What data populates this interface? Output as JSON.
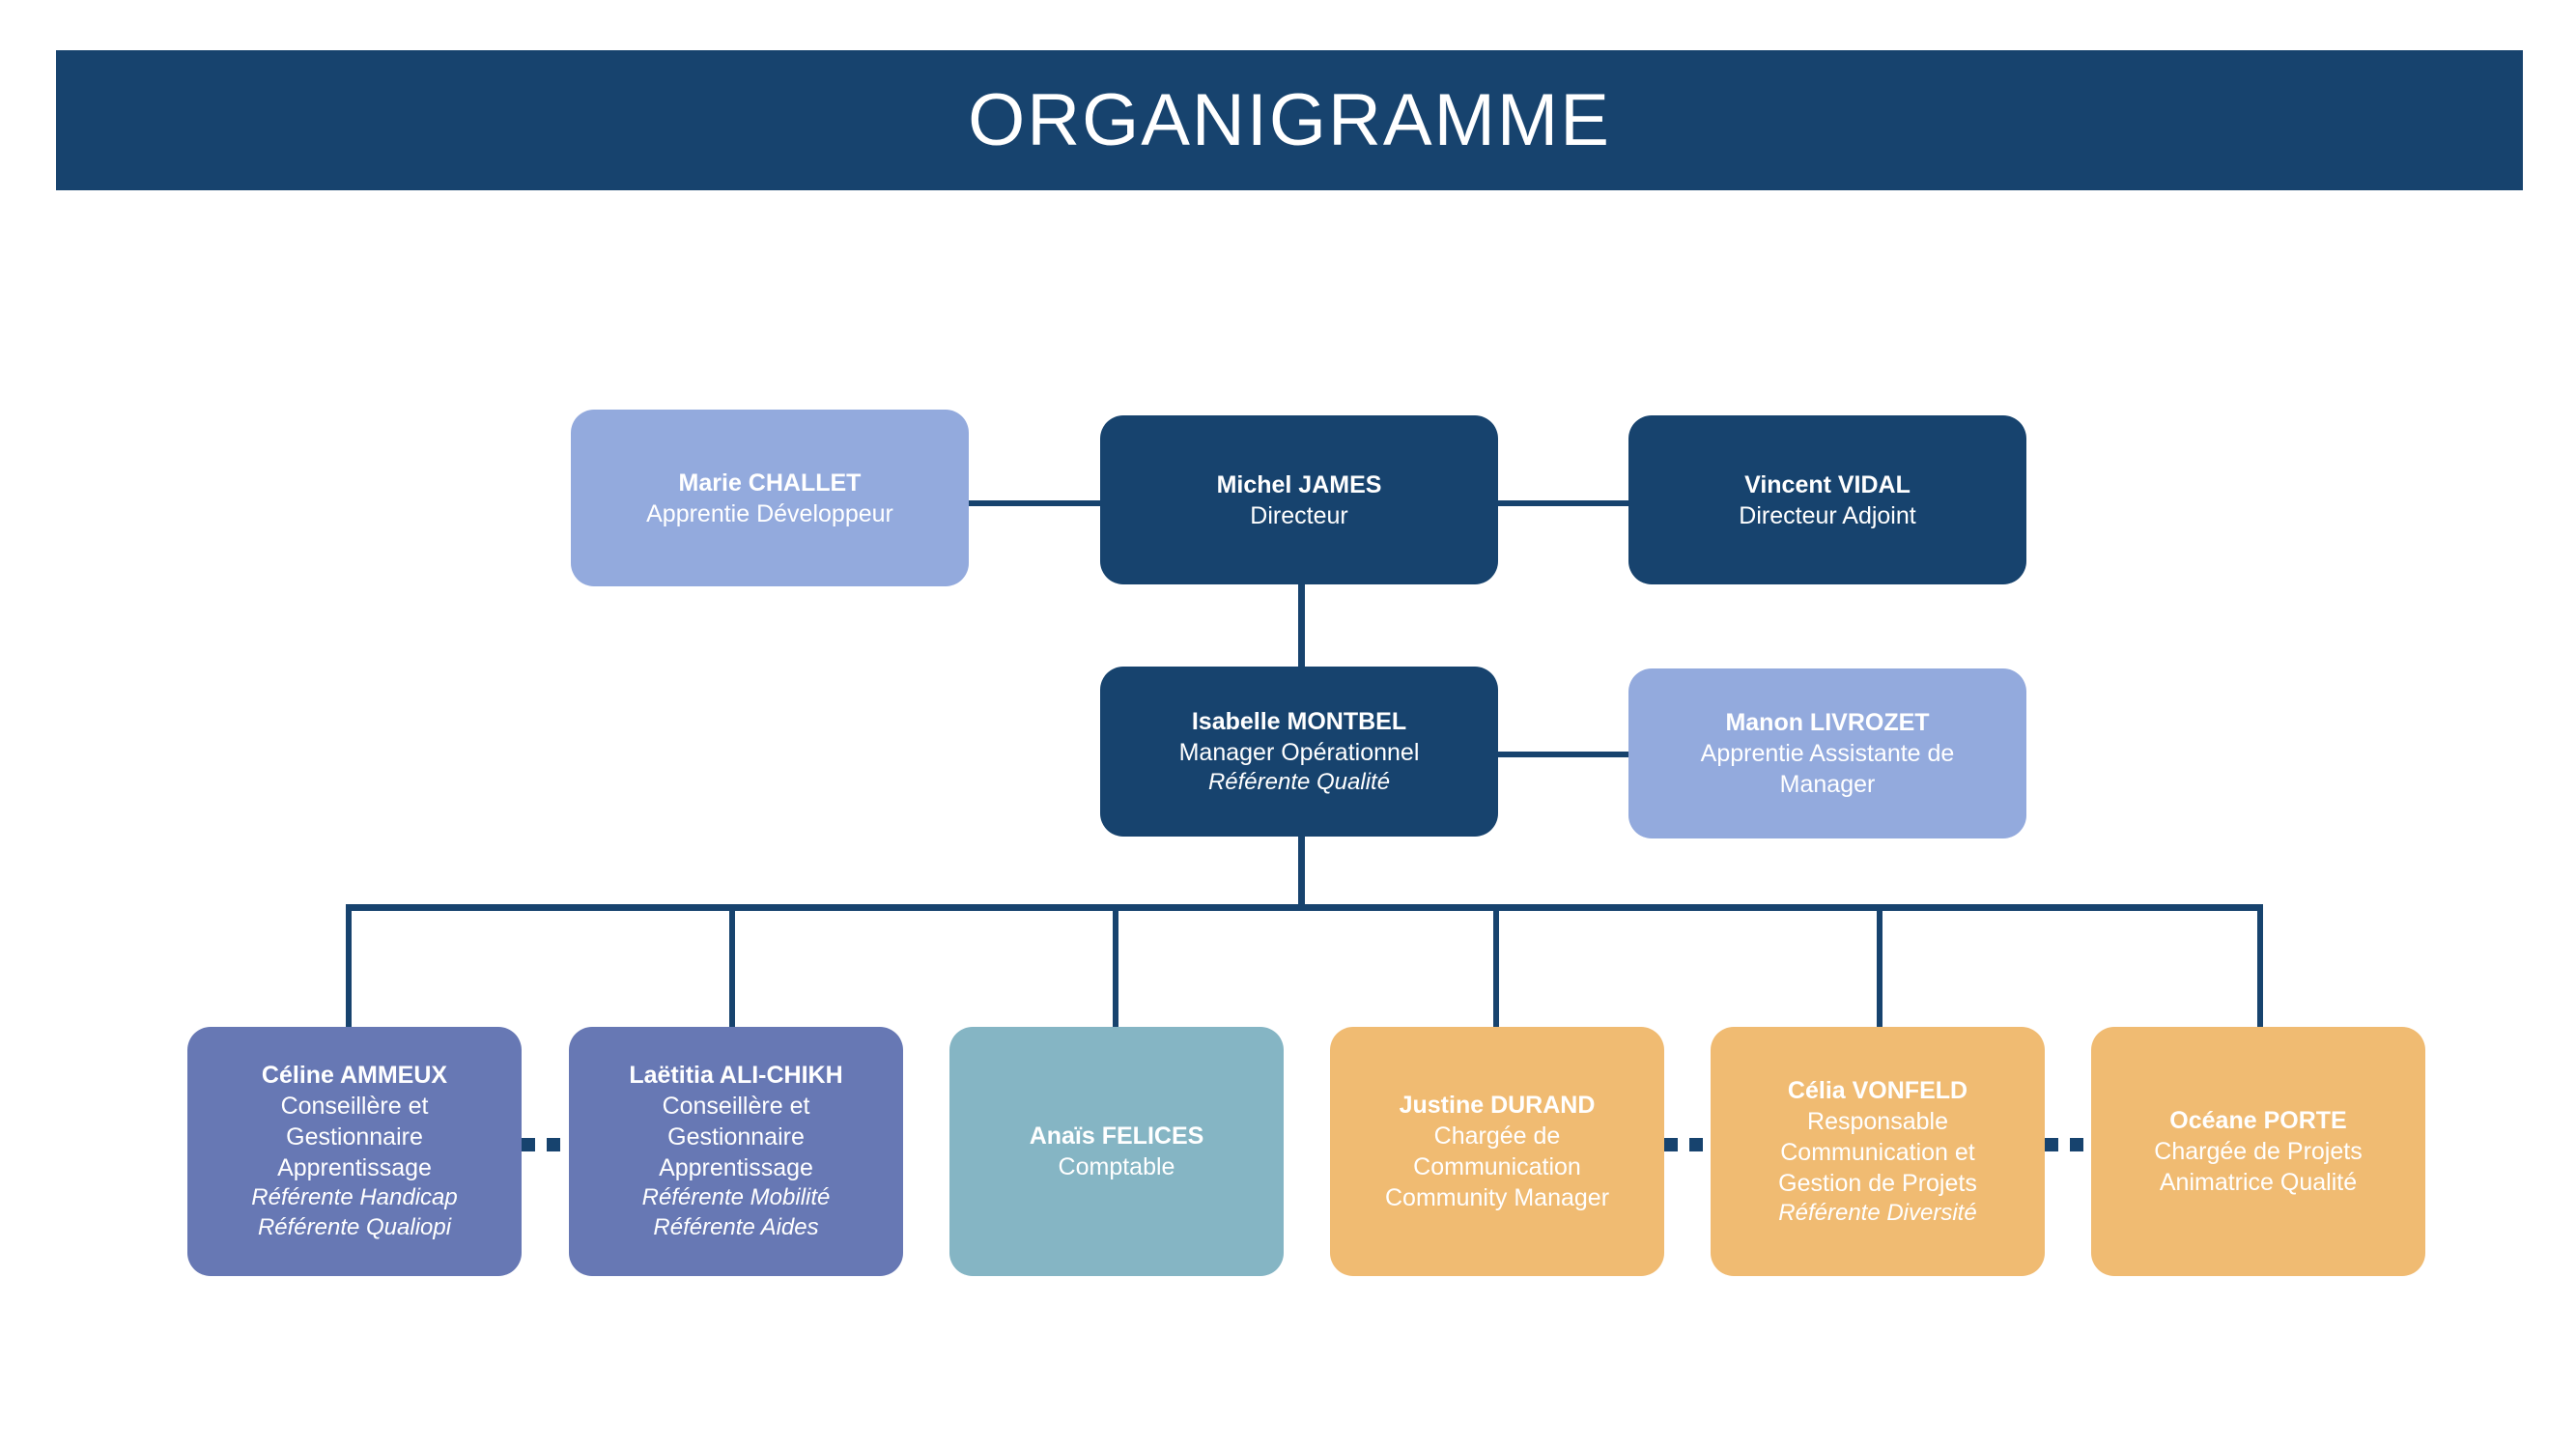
{
  "header": {
    "title": "ORGANIGRAMME"
  },
  "colors": {
    "navy": "#17436e",
    "periwinkle": "#93aadd",
    "purple": "#6778b4",
    "teal": "#85b5c4",
    "orange": "#f0bb72",
    "background": "#ffffff",
    "text": "#ffffff"
  },
  "chart_data": {
    "type": "diagram",
    "title": "ORGANIGRAMME",
    "levels": [
      {
        "level": 1,
        "nodes": [
          {
            "id": "marie-challet",
            "name": "Marie CHALLET",
            "role_lines": [
              "Apprentie Développeur"
            ],
            "italic_lines": [],
            "color": "periwinkle"
          },
          {
            "id": "michel-james",
            "name": "Michel JAMES",
            "role_lines": [
              "Directeur"
            ],
            "italic_lines": [],
            "color": "navy"
          },
          {
            "id": "vincent-vidal",
            "name": "Vincent VIDAL",
            "role_lines": [
              "Directeur Adjoint"
            ],
            "italic_lines": [],
            "color": "navy"
          }
        ]
      },
      {
        "level": 2,
        "nodes": [
          {
            "id": "isabelle-montbel",
            "name": "Isabelle MONTBEL",
            "role_lines": [
              "Manager Opérationnel"
            ],
            "italic_lines": [
              "Référente Qualité"
            ],
            "color": "navy"
          },
          {
            "id": "manon-livrozet",
            "name": "Manon LIVROZET",
            "role_lines": [
              "Apprentie Assistante de",
              "Manager"
            ],
            "italic_lines": [],
            "color": "periwinkle"
          }
        ]
      },
      {
        "level": 3,
        "nodes": [
          {
            "id": "celine-ammeux",
            "name": "Céline AMMEUX",
            "role_lines": [
              "Conseillère et",
              "Gestionnaire",
              "Apprentissage"
            ],
            "italic_lines": [
              "Référente Handicap",
              "Référente Qualiopi"
            ],
            "color": "purple"
          },
          {
            "id": "laetitia-ali-chikh",
            "name": "Laëtitia ALI-CHIKH",
            "role_lines": [
              "Conseillère et",
              "Gestionnaire",
              "Apprentissage"
            ],
            "italic_lines": [
              "Référente Mobilité",
              "Référente Aides"
            ],
            "color": "purple"
          },
          {
            "id": "anais-felices",
            "name": "Anaïs FELICES",
            "role_lines": [
              "Comptable"
            ],
            "italic_lines": [],
            "color": "teal"
          },
          {
            "id": "justine-durand",
            "name": "Justine DURAND",
            "role_lines": [
              "Chargée de",
              "Communication",
              "Community Manager"
            ],
            "italic_lines": [],
            "color": "orange"
          },
          {
            "id": "celia-vonfeld",
            "name": "Célia VONFELD",
            "role_lines": [
              "Responsable",
              "Communication et",
              "Gestion de Projets"
            ],
            "italic_lines": [
              "Référente Diversité"
            ],
            "color": "orange"
          },
          {
            "id": "oceane-porte",
            "name": "Océane PORTE",
            "role_lines": [
              "Chargée de Projets",
              "Animatrice Qualité"
            ],
            "italic_lines": [],
            "color": "orange"
          }
        ]
      }
    ],
    "connections": [
      {
        "from": "michel-james",
        "to": "marie-challet",
        "style": "solid"
      },
      {
        "from": "michel-james",
        "to": "vincent-vidal",
        "style": "solid"
      },
      {
        "from": "michel-james",
        "to": "isabelle-montbel",
        "style": "solid"
      },
      {
        "from": "isabelle-montbel",
        "to": "manon-livrozet",
        "style": "solid"
      },
      {
        "from": "isabelle-montbel",
        "to": "celine-ammeux",
        "style": "solid"
      },
      {
        "from": "isabelle-montbel",
        "to": "laetitia-ali-chikh",
        "style": "solid"
      },
      {
        "from": "isabelle-montbel",
        "to": "anais-felices",
        "style": "solid"
      },
      {
        "from": "isabelle-montbel",
        "to": "justine-durand",
        "style": "solid"
      },
      {
        "from": "isabelle-montbel",
        "to": "celia-vonfeld",
        "style": "solid"
      },
      {
        "from": "isabelle-montbel",
        "to": "oceane-porte",
        "style": "solid"
      },
      {
        "from": "celine-ammeux",
        "to": "laetitia-ali-chikh",
        "style": "dotted"
      },
      {
        "from": "justine-durand",
        "to": "celia-vonfeld",
        "style": "dotted"
      },
      {
        "from": "celia-vonfeld",
        "to": "oceane-porte",
        "style": "dotted"
      }
    ]
  },
  "nodes": {
    "marie_challet": {
      "name": "Marie CHALLET",
      "role1": "Apprentie Développeur"
    },
    "michel_james": {
      "name": "Michel JAMES",
      "role1": "Directeur"
    },
    "vincent_vidal": {
      "name": "Vincent VIDAL",
      "role1": "Directeur Adjoint"
    },
    "isabelle_montbel": {
      "name": "Isabelle MONTBEL",
      "role1": "Manager Opérationnel",
      "italic1": "Référente Qualité"
    },
    "manon_livrozet": {
      "name": "Manon LIVROZET",
      "role1": "Apprentie Assistante de",
      "role2": "Manager"
    },
    "celine_ammeux": {
      "name": "Céline AMMEUX",
      "role1": "Conseillère et",
      "role2": "Gestionnaire",
      "role3": "Apprentissage",
      "italic1": "Référente Handicap",
      "italic2": "Référente Qualiopi"
    },
    "laetitia_ali_chikh": {
      "name": "Laëtitia ALI-CHIKH",
      "role1": "Conseillère et",
      "role2": "Gestionnaire",
      "role3": "Apprentissage",
      "italic1": "Référente Mobilité",
      "italic2": "Référente Aides"
    },
    "anais_felices": {
      "name": "Anaïs FELICES",
      "role1": "Comptable"
    },
    "justine_durand": {
      "name": "Justine DURAND",
      "role1": "Chargée de",
      "role2": "Communication",
      "role3": "Community Manager"
    },
    "celia_vonfeld": {
      "name": "Célia VONFELD",
      "role1": "Responsable",
      "role2": "Communication et",
      "role3": "Gestion de Projets",
      "italic1": "Référente Diversité"
    },
    "oceane_porte": {
      "name": "Océane PORTE",
      "role1": "Chargée de Projets",
      "role2": "Animatrice Qualité"
    }
  }
}
